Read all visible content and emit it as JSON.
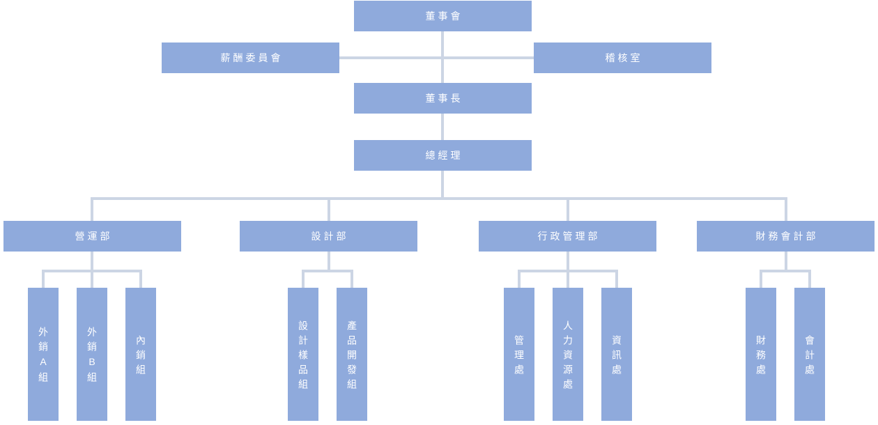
{
  "diagram": {
    "type": "org-chart",
    "colors": {
      "node_fill": "#8FAADC",
      "node_text": "#FFFFFF",
      "connector": "#CCD5E4",
      "background": "#FFFFFF"
    },
    "nodes": {
      "board": "董事會",
      "compensation_committee": "薪酬委員會",
      "audit_office": "稽核室",
      "chairman": "董事長",
      "general_manager": "總經理",
      "operations_dept": "營運部",
      "design_dept": "設計部",
      "admin_dept": "行政管理部",
      "finance_accounting_dept": "財務會計部",
      "export_group_a": "外銷A組",
      "export_group_b": "外銷B組",
      "domestic_sales_group": "內銷組",
      "design_sample_group": "設計樣品組",
      "product_dev_group": "產品開發組",
      "management_office": "管理處",
      "hr_office": "人力資源處",
      "information_office": "資訊處",
      "finance_office": "財務處",
      "accounting_office": "會計處"
    },
    "structure": {
      "root": "board",
      "board_side_attachments": [
        "compensation_committee",
        "audit_office"
      ],
      "board_children": [
        "chairman"
      ],
      "chairman_children": [
        "general_manager"
      ],
      "general_manager_children": [
        "operations_dept",
        "design_dept",
        "admin_dept",
        "finance_accounting_dept"
      ],
      "operations_dept_children": [
        "export_group_a",
        "export_group_b",
        "domestic_sales_group"
      ],
      "design_dept_children": [
        "design_sample_group",
        "product_dev_group"
      ],
      "admin_dept_children": [
        "management_office",
        "hr_office",
        "information_office"
      ],
      "finance_accounting_dept_children": [
        "finance_office",
        "accounting_office"
      ]
    }
  }
}
